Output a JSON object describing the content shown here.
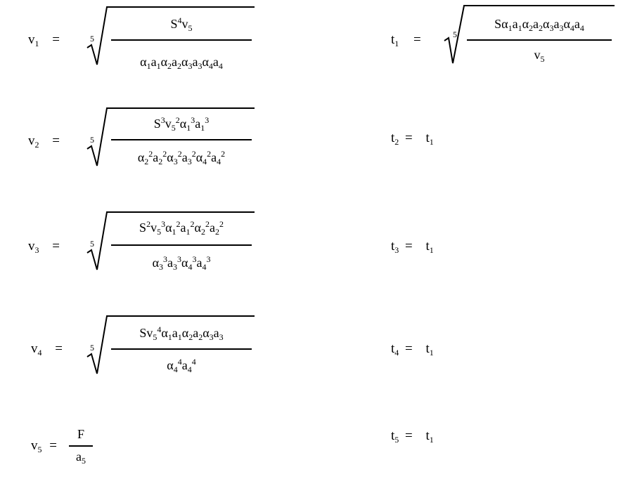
{
  "rows": [
    {
      "lhs_sym": "v",
      "lhs_sub": "1",
      "index": "5",
      "num_html": "S<sup>4</sup>v<sub>5</sub>",
      "den_html": "α<sub>1</sub>a<sub>1</sub>α<sub>2</sub>a<sub>2</sub>α<sub>3</sub>a<sub>3</sub>α<sub>4</sub>a<sub>4</sub>"
    },
    {
      "lhs_sym": "v",
      "lhs_sub": "2",
      "index": "5",
      "num_html": "S<sup>3</sup>v<sub>5</sub><sup>2</sup>α<sub>1</sub><sup>3</sup>a<sub>1</sub><sup>3</sup>",
      "den_html": "α<sub>2</sub><sup>2</sup>a<sub>2</sub><sup>2</sup>α<sub>3</sub><sup>2</sup>a<sub>3</sub><sup>2</sup>α<sub>4</sub><sup>2</sup>a<sub>4</sub><sup>2</sup>"
    },
    {
      "lhs_sym": "v",
      "lhs_sub": "3",
      "index": "5",
      "num_html": "S<sup>2</sup>v<sub>5</sub><sup>3</sup>α<sub>1</sub><sup>2</sup>a<sub>1</sub><sup>2</sup>α<sub>2</sub><sup>2</sup>a<sub>2</sub><sup>2</sup>",
      "den_html": "α<sub>3</sub><sup>3</sup>a<sub>3</sub><sup>3</sup>α<sub>4</sub><sup>3</sup>a<sub>4</sub><sup>3</sup>"
    },
    {
      "lhs_sym": "v",
      "lhs_sub": "4",
      "index": "5",
      "num_html": "Sv<sub>5</sub><sup>4</sup>α<sub>1</sub>a<sub>1</sub>α<sub>2</sub>a<sub>2</sub>α<sub>3</sub>a<sub>3</sub>",
      "den_html": "α<sub>4</sub><sup>4</sup>a<sub>4</sub><sup>4</sup>"
    }
  ],
  "v5": {
    "lhs_sym": "v",
    "lhs_sub": "5",
    "num": "F",
    "den_sym": "a",
    "den_sub": "5"
  },
  "t1": {
    "lhs_sym": "t",
    "lhs_sub": "1",
    "index": "5",
    "num_html": "Sα<sub>1</sub>a<sub>1</sub>α<sub>2</sub>a<sub>2</sub>α<sub>3</sub>a<sub>3</sub>α<sub>4</sub>a<sub>4</sub>",
    "den_html": "v<sub>5</sub>"
  },
  "t_rest": [
    {
      "lhs_sym": "t",
      "lhs_sub": "2",
      "rhs_sym": "t",
      "rhs_sub": "1"
    },
    {
      "lhs_sym": "t",
      "lhs_sub": "3",
      "rhs_sym": "t",
      "rhs_sub": "1"
    },
    {
      "lhs_sym": "t",
      "lhs_sub": "4",
      "rhs_sym": "t",
      "rhs_sub": "1"
    },
    {
      "lhs_sym": "t",
      "lhs_sub": "5",
      "rhs_sym": "t",
      "rhs_sub": "1"
    }
  ],
  "equals": "="
}
